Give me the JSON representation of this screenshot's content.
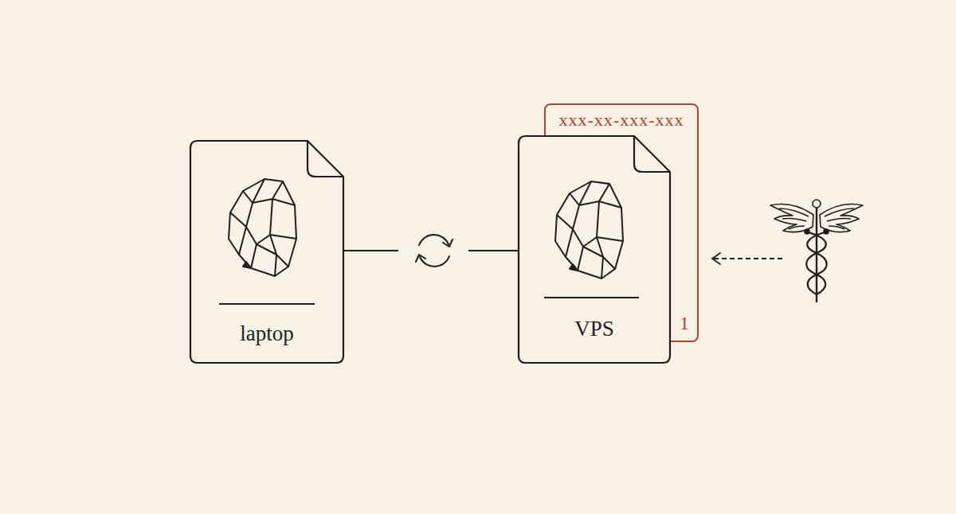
{
  "diagram": {
    "nodes": [
      {
        "text": [
          "laptop"
        ]
      },
      {
        "text": [
          "VPS"
        ]
      },
      {
        "text": [
          "xxx-xx-xxx-xxx",
          "1"
        ]
      }
    ],
    "edges": [
      {
        "from": 0,
        "to": 1,
        "arrow": "none"
      }
    ]
  }
}
